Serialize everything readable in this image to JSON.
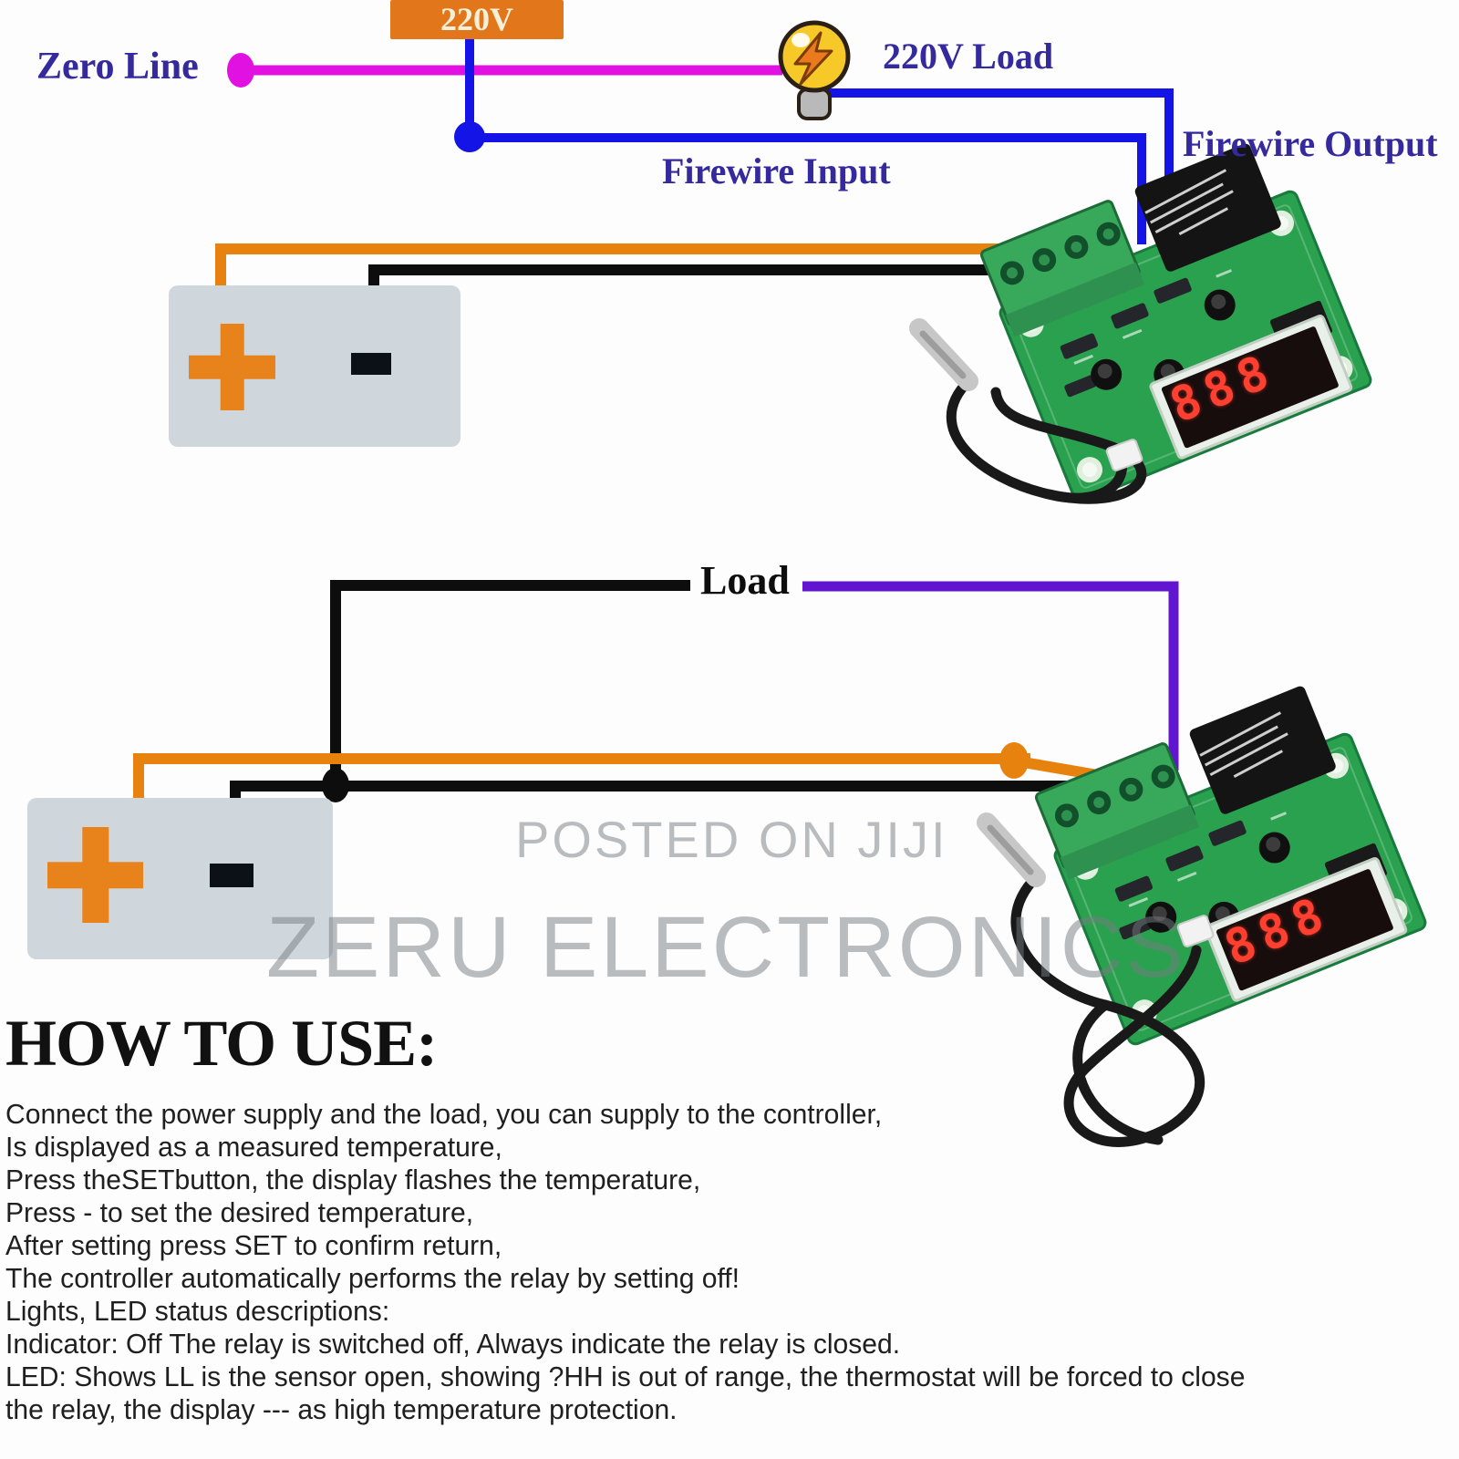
{
  "top_diagram": {
    "zero_line_label": "Zero Line",
    "supply_voltage_label": "220V",
    "load_label": "220V Load",
    "firewire_input_label": "Firewire Input",
    "firewire_output_label": "Firewire Output",
    "power_supply": {
      "plus": "+",
      "minus": "-"
    }
  },
  "bottom_diagram": {
    "load_label": "Load",
    "power_supply": {
      "plus": "+",
      "minus": "-"
    }
  },
  "module": {
    "display_digits": "888"
  },
  "watermark": {
    "line1": "POSTED ON JIJI",
    "line2": "ZERU ELECTRONICS"
  },
  "instructions": {
    "heading": "HOW TO USE:",
    "lines": [
      "Connect the power supply and the load, you can supply to the controller,",
      "Is displayed as a measured temperature,",
      "Press theSETbutton, the display flashes the temperature,",
      "Press - to set the desired temperature,",
      "After setting press SET to confirm return,",
      "The controller automatically performs the relay by setting off!",
      "Lights, LED status descriptions:",
      "Indicator: Off The relay is switched off, Always indicate the relay is closed.",
      "LED: Shows LL is the sensor open, showing ?HH is out of range, the thermostat will be forced to close",
      "the relay, the display --- as high temperature protection."
    ]
  },
  "colors": {
    "label_blue": "#34299d",
    "wire_blue": "#1414e6",
    "wire_magenta": "#e112e1",
    "wire_orange": "#e8820e",
    "wire_purple": "#6215d0",
    "wire_black": "#0d0d0d",
    "supply_box_orange": "#e2761b",
    "supply_box_gray": "#cfd7dc",
    "pcb_green": "#2aa14f",
    "watermark_gray": "#767c82"
  }
}
